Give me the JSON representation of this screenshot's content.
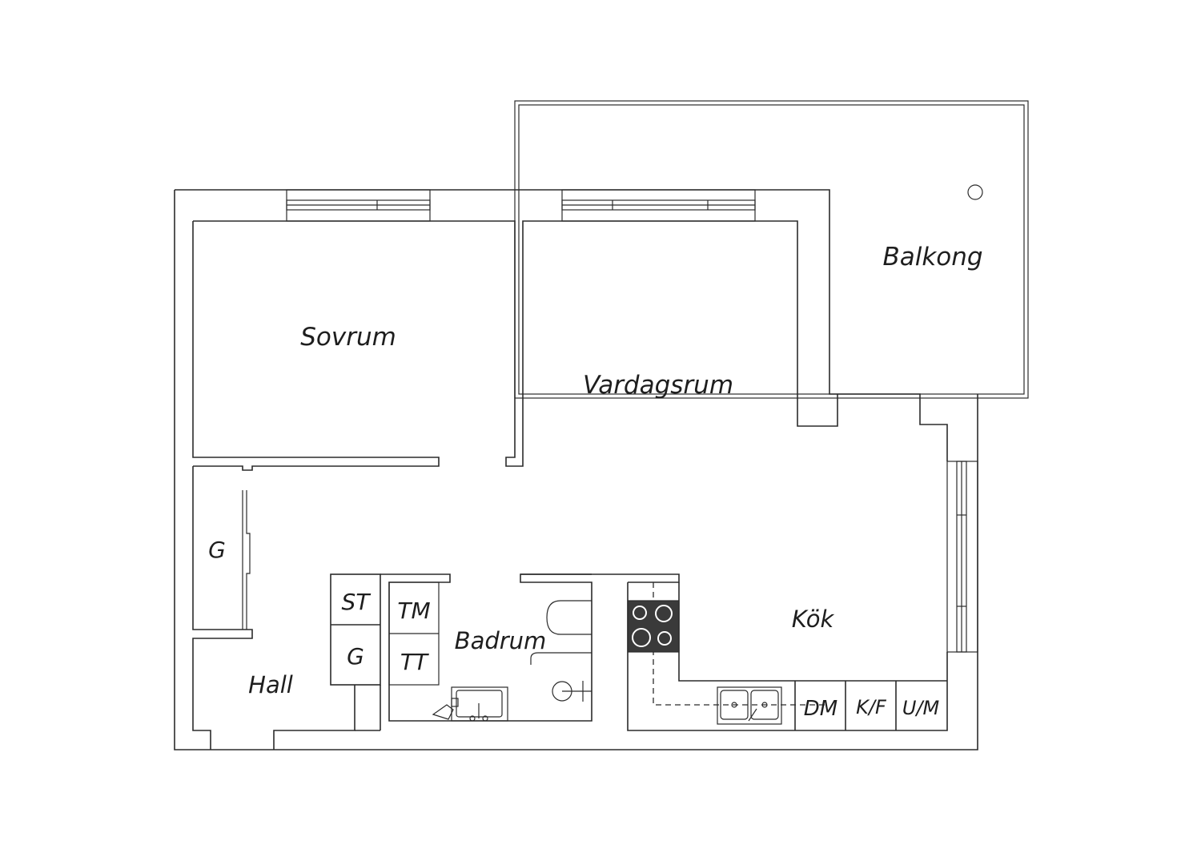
{
  "colors": {
    "background": "#ffffff",
    "wall": "#2b2b2b",
    "stove_top": "#3a3a3a"
  },
  "rooms": {
    "sovrum": "Sovrum",
    "vardagsrum": "Vardagsrum",
    "balkong": "Balkong",
    "kok": "Kök",
    "badrum": "Badrum",
    "hall": "Hall"
  },
  "closets": {
    "hall_wardrobe": "G",
    "st": "ST",
    "g": "G",
    "tm": "TM",
    "tt": "TT"
  },
  "kitchen": {
    "dm": "DM",
    "kf": "K/F",
    "um": "U/M"
  },
  "icons": [
    "window-icon",
    "stove-icon",
    "sink-icon",
    "toilet-icon",
    "washbasin-icon",
    "shower-icon",
    "drain-icon"
  ]
}
